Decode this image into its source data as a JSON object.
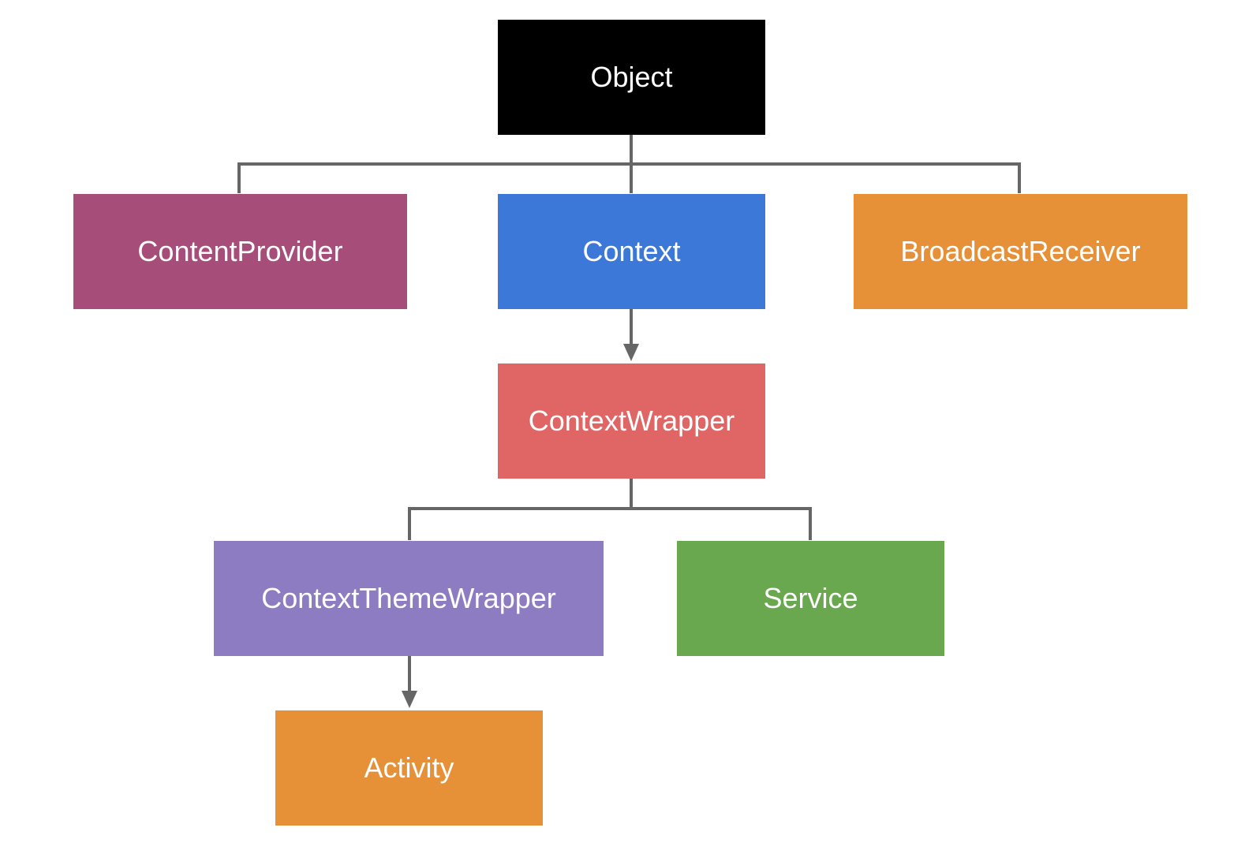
{
  "nodes": {
    "object": {
      "label": "Object",
      "color": "#000000"
    },
    "content_provider": {
      "label": "ContentProvider",
      "color": "#A64D79"
    },
    "context": {
      "label": "Context",
      "color": "#3C78D8"
    },
    "broadcast_receiver": {
      "label": "BroadcastReceiver",
      "color": "#E69138"
    },
    "context_wrapper": {
      "label": "ContextWrapper",
      "color": "#E06666"
    },
    "context_theme_wrapper": {
      "label": "ContextThemeWrapper",
      "color": "#8E7CC3"
    },
    "service": {
      "label": "Service",
      "color": "#6AA84F"
    },
    "activity": {
      "label": "Activity",
      "color": "#E69138"
    }
  },
  "edges": [
    {
      "from": "object",
      "to": "content_provider",
      "arrow": false
    },
    {
      "from": "object",
      "to": "context",
      "arrow": false
    },
    {
      "from": "object",
      "to": "broadcast_receiver",
      "arrow": false
    },
    {
      "from": "context",
      "to": "context_wrapper",
      "arrow": true
    },
    {
      "from": "context_wrapper",
      "to": "context_theme_wrapper",
      "arrow": false
    },
    {
      "from": "context_wrapper",
      "to": "service",
      "arrow": false
    },
    {
      "from": "context_theme_wrapper",
      "to": "activity",
      "arrow": true
    }
  ],
  "connector_color": "#666666"
}
